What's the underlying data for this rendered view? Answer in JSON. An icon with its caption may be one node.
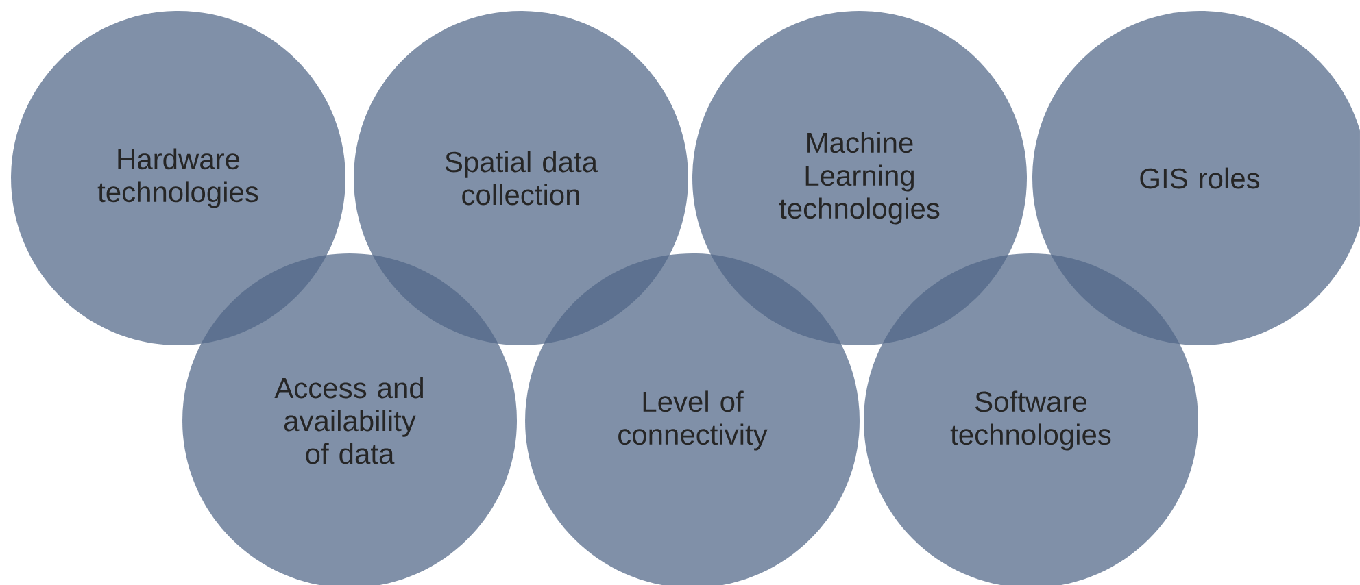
{
  "diagram": {
    "nodes": [
      {
        "text": [
          "Hardware technologies"
        ]
      },
      {
        "text": [
          "Spatial data collection"
        ]
      },
      {
        "text": [
          "Machine Learning technologies"
        ]
      },
      {
        "text": [
          "GIS roles"
        ]
      },
      {
        "text": [
          "Access and availability of data"
        ]
      },
      {
        "text": [
          "Level of connectivity"
        ]
      },
      {
        "text": [
          "Software technologies"
        ]
      }
    ]
  }
}
